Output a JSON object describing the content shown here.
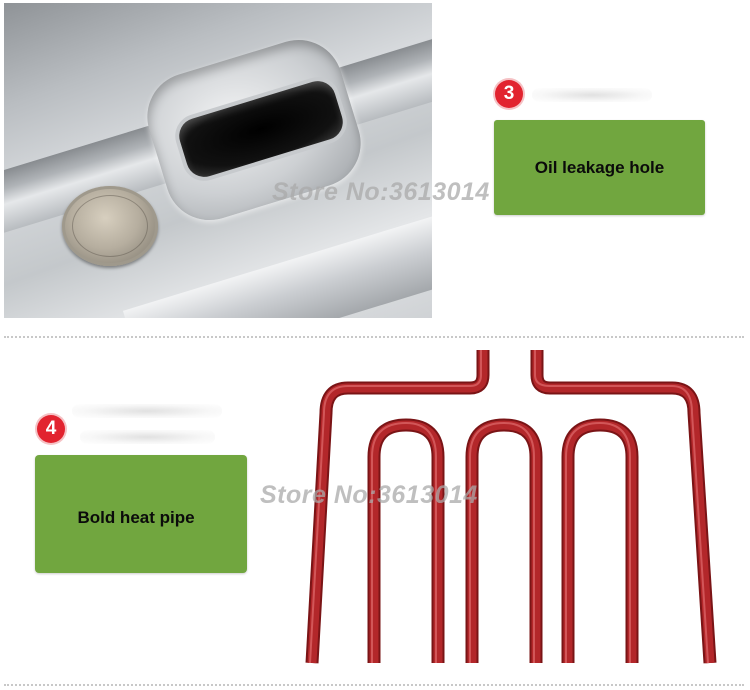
{
  "sections": [
    {
      "number": "3",
      "label": "Oil leakage hole"
    },
    {
      "number": "4",
      "label": "Bold heat pipe"
    }
  ],
  "watermark": "Store No:3613014",
  "colors": {
    "badge": "#e2232f",
    "label_box": "#71a63f",
    "heat_pipe": "#b3272a",
    "watermark": "#aaaaaa"
  },
  "icons": {
    "badge_shape": "red-circle-number"
  }
}
